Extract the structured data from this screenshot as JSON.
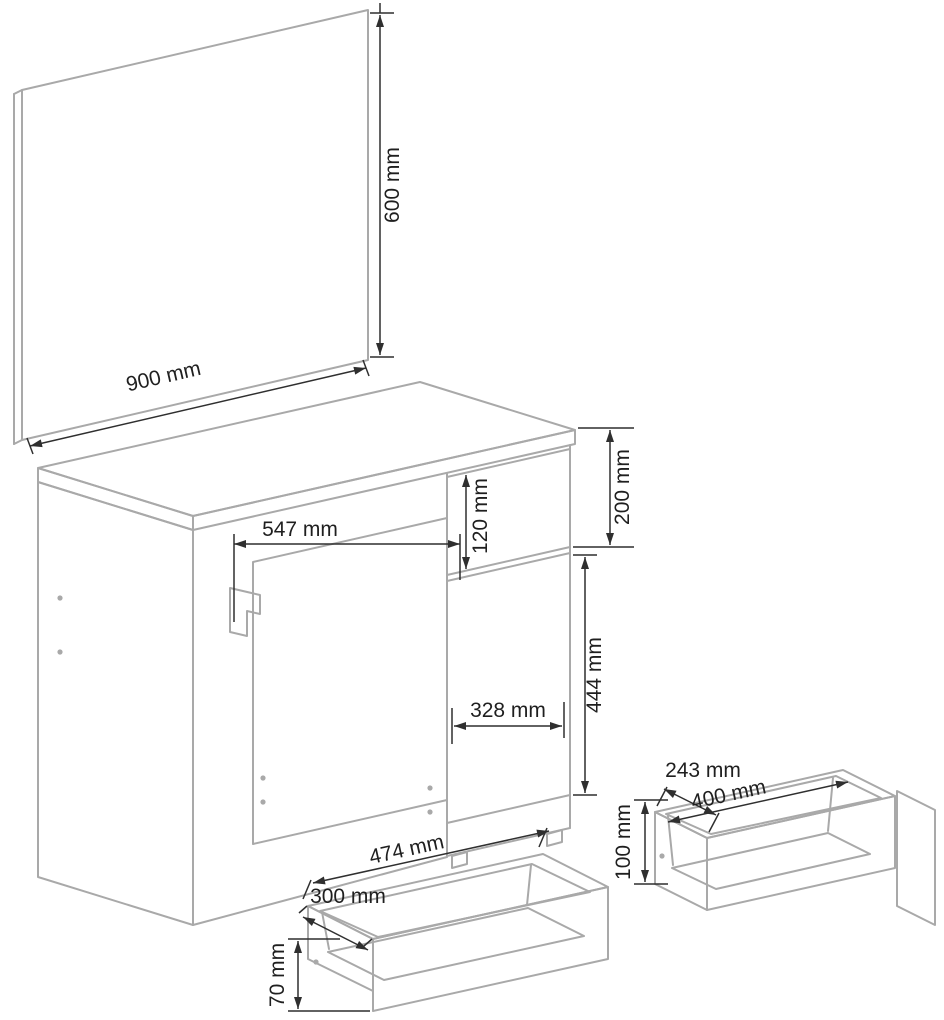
{
  "colors": {
    "background": "#ffffff",
    "furniture-line": "#a9a9a9",
    "dimension-line": "#2f2f2f",
    "label-text": "#1f1f1f"
  },
  "drawing": {
    "subject": "Dressing table with mirror, side cabinet and two pull-out drawers",
    "dimension_labels": {
      "mirror_height": "600 mm",
      "tabletop_width": "900 mm",
      "top_drawer_front_height": "120 mm",
      "top_section_height": "200 mm",
      "knee_space_width": "547 mm",
      "door_height": "444 mm",
      "door_width": "328 mm",
      "small_drawer_depth": "243 mm",
      "small_drawer_width": "400 mm",
      "small_drawer_height": "100 mm",
      "large_drawer_width": "474 mm",
      "large_drawer_depth": "300 mm",
      "large_drawer_height": "70 mm"
    }
  }
}
